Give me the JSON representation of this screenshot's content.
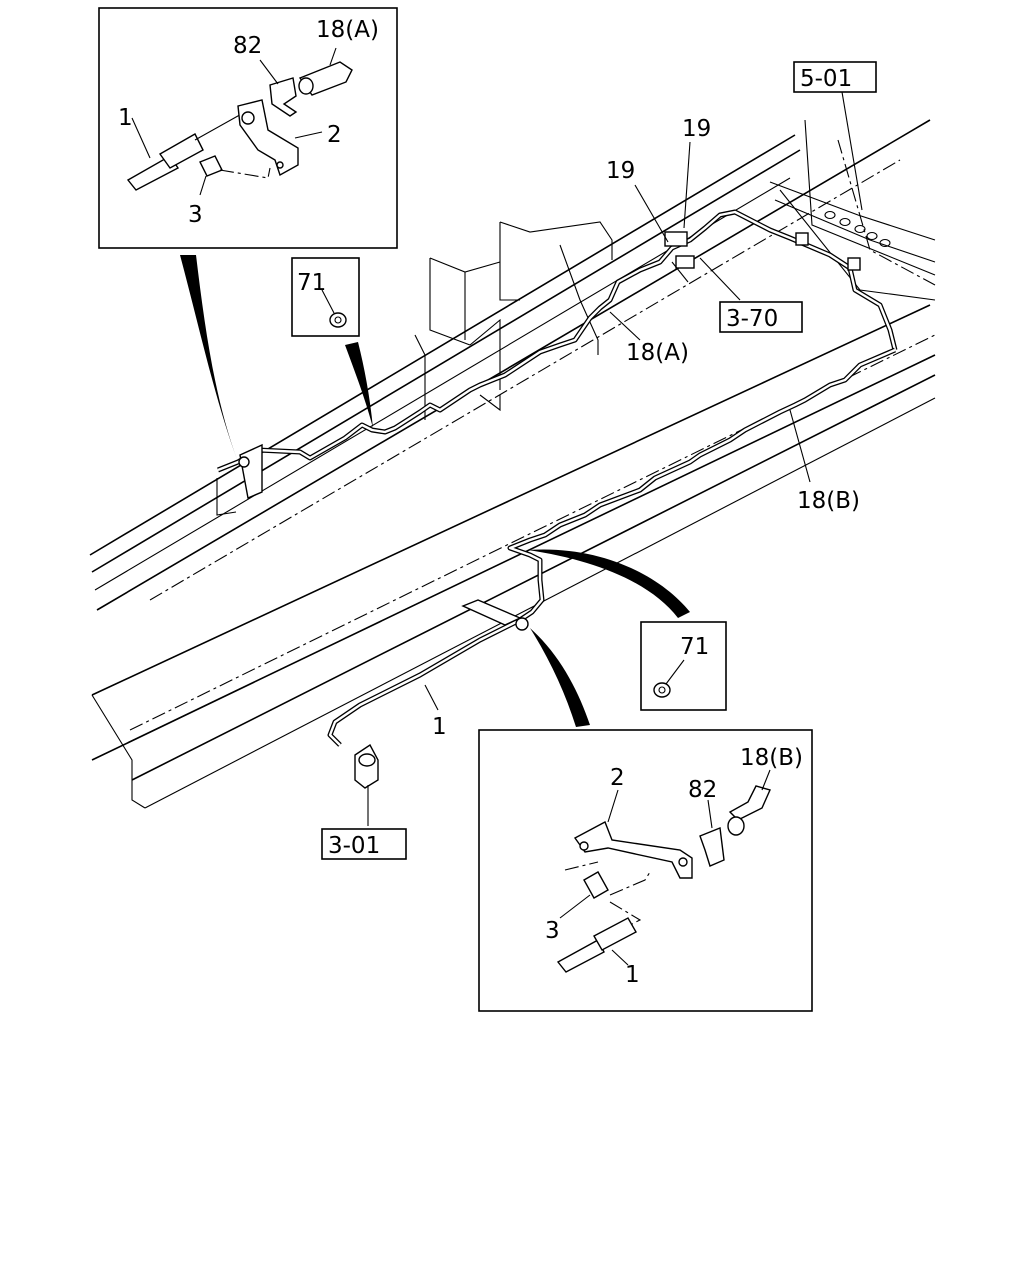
{
  "labels": {
    "inset_top": {
      "part_1": "1",
      "part_2": "2",
      "part_3": "3",
      "part_82": "82",
      "part_18a": "18(A)"
    },
    "inset_bottom": {
      "part_1": "1",
      "part_2": "2",
      "part_3": "3",
      "part_82": "82",
      "part_18b": "18(B)"
    },
    "main": {
      "ref_5_01": "5-01",
      "ref_3_70": "3-70",
      "ref_3_01": "3-01",
      "part_19_upper": "19",
      "part_19_lower": "19",
      "part_18a": "18(A)",
      "part_18b": "18(B)",
      "part_1": "1",
      "grommet_upper": "71",
      "grommet_lower": "71"
    }
  }
}
